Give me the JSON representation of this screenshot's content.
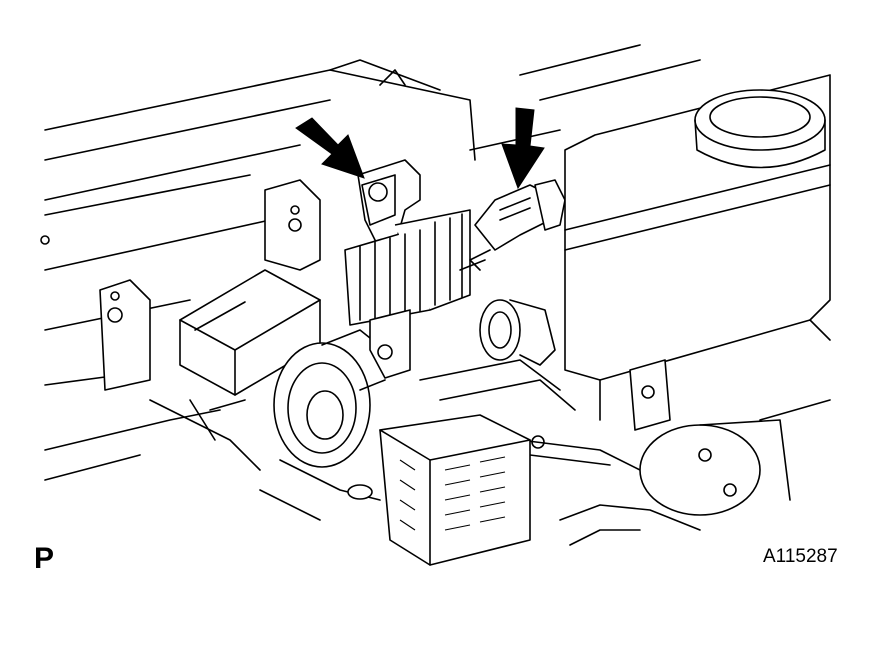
{
  "figure": {
    "view_code": "P",
    "figure_id": "A115287",
    "subject": "engine-compartment-component-removal",
    "arrows": [
      {
        "name": "arrow-bolt",
        "points_to": "mounting-bolt"
      },
      {
        "name": "arrow-connector",
        "points_to": "wire-connector"
      }
    ],
    "line_color": "#000000",
    "background_color": "#ffffff"
  }
}
